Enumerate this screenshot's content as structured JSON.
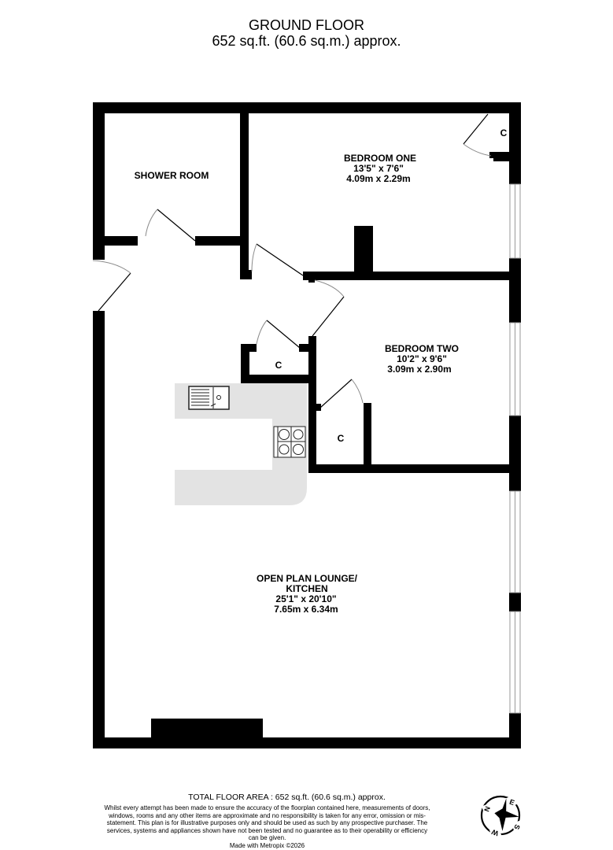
{
  "header": {
    "title": "GROUND FLOOR",
    "area": "652 sq.ft. (60.6 sq.m.) approx."
  },
  "rooms": [
    {
      "name": "SHOWER ROOM",
      "imperial": "",
      "metric": ""
    },
    {
      "name": "BEDROOM ONE",
      "imperial": "13'5\"  x 7'6\"",
      "metric": "4.09m  x 2.29m"
    },
    {
      "name": "BEDROOM TWO",
      "imperial": "10'2\"  x 9'6\"",
      "metric": "3.09m  x 2.90m"
    },
    {
      "name_line1": "OPEN PLAN LOUNGE/",
      "name_line2": "KITCHEN",
      "imperial": "25'1\"  x 20'10\"",
      "metric": "7.65m  x 6.34m"
    }
  ],
  "cupboards": [
    "C",
    "C",
    "C"
  ],
  "footer": {
    "total": "TOTAL FLOOR AREA : 652 sq.ft. (60.6 sq.m.) approx.",
    "disclaimer": "Whilst every attempt has been made to ensure the accuracy of the floorplan contained here, measurements of doors, windows, rooms and any other items are approximate and no responsibility is taken for any error, omission or mis-statement. This plan is for illustrative purposes only and should be used as such by any prospective purchaser. The services, systems and appliances shown have not been tested and no guarantee as to their operability or efficiency can be given.",
    "made_with": "Made with Metropix ©2026"
  },
  "compass": {
    "n": "N",
    "e": "E",
    "s": "S",
    "w": "W"
  },
  "colors": {
    "wall": "#000000",
    "worktop": "#e3e3e3",
    "window": "#9a9a9a",
    "door_arc": "#8a8a8a"
  }
}
